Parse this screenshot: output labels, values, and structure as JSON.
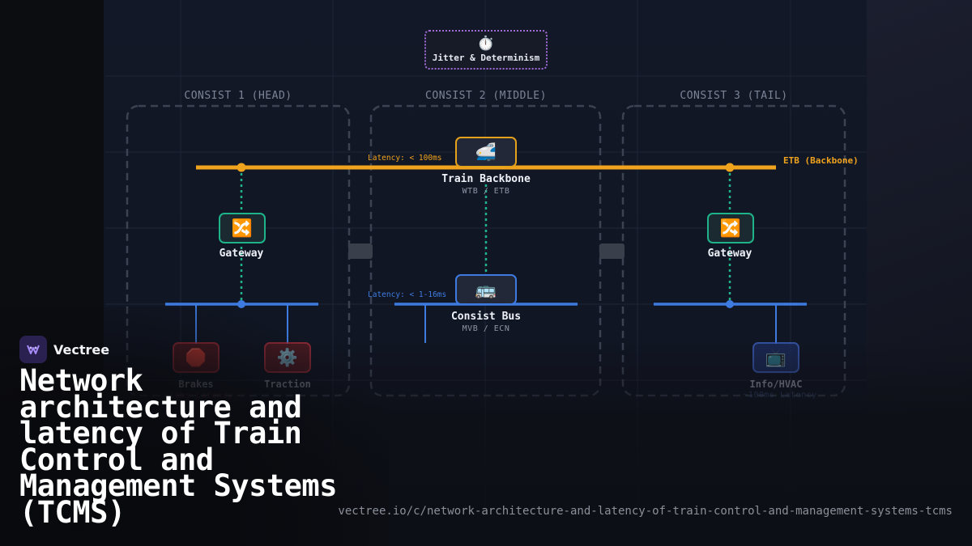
{
  "jitter_box": {
    "icon": "⏱️",
    "label": "Jitter & Determinism"
  },
  "consists": [
    {
      "label": "CONSIST 1 (HEAD)"
    },
    {
      "label": "CONSIST 2 (MIDDLE)"
    },
    {
      "label": "CONSIST 3 (TAIL)"
    }
  ],
  "backbone": {
    "icon": "🚅",
    "title": "Train Backbone",
    "subtitle": "WTB / ETB",
    "latency": "Latency: < 100ms",
    "line_label": "ETB (Backbone)",
    "color": "#f0a31c"
  },
  "consist_bus": {
    "icon": "🚌",
    "title": "Consist Bus",
    "subtitle": "MVB / ECN",
    "latency": "Latency: < 1-16ms",
    "color": "#3d7be0"
  },
  "gateways": [
    {
      "icon": "🔀",
      "title": "Gateway",
      "color": "#1fb38a"
    },
    {
      "icon": "🔀",
      "title": "Gateway",
      "color": "#1fb38a"
    }
  ],
  "devices": {
    "brakes": {
      "icon": "🛑",
      "title": "Brakes",
      "note": "< 10ms Latency"
    },
    "traction": {
      "icon": "⚙️",
      "title": "Traction"
    },
    "info_hvac": {
      "icon": "📺",
      "title": "Info/HVAC",
      "note": "~100ms Latency"
    }
  },
  "brand": {
    "name": "Vectree",
    "accent": "#8b5cf6"
  },
  "headline": "Network architecture and latency of Train Control and Management Systems (TCMS)",
  "url": "vectree.io/c/network-architecture-and-latency-of-train-control-and-management-systems-tcms"
}
